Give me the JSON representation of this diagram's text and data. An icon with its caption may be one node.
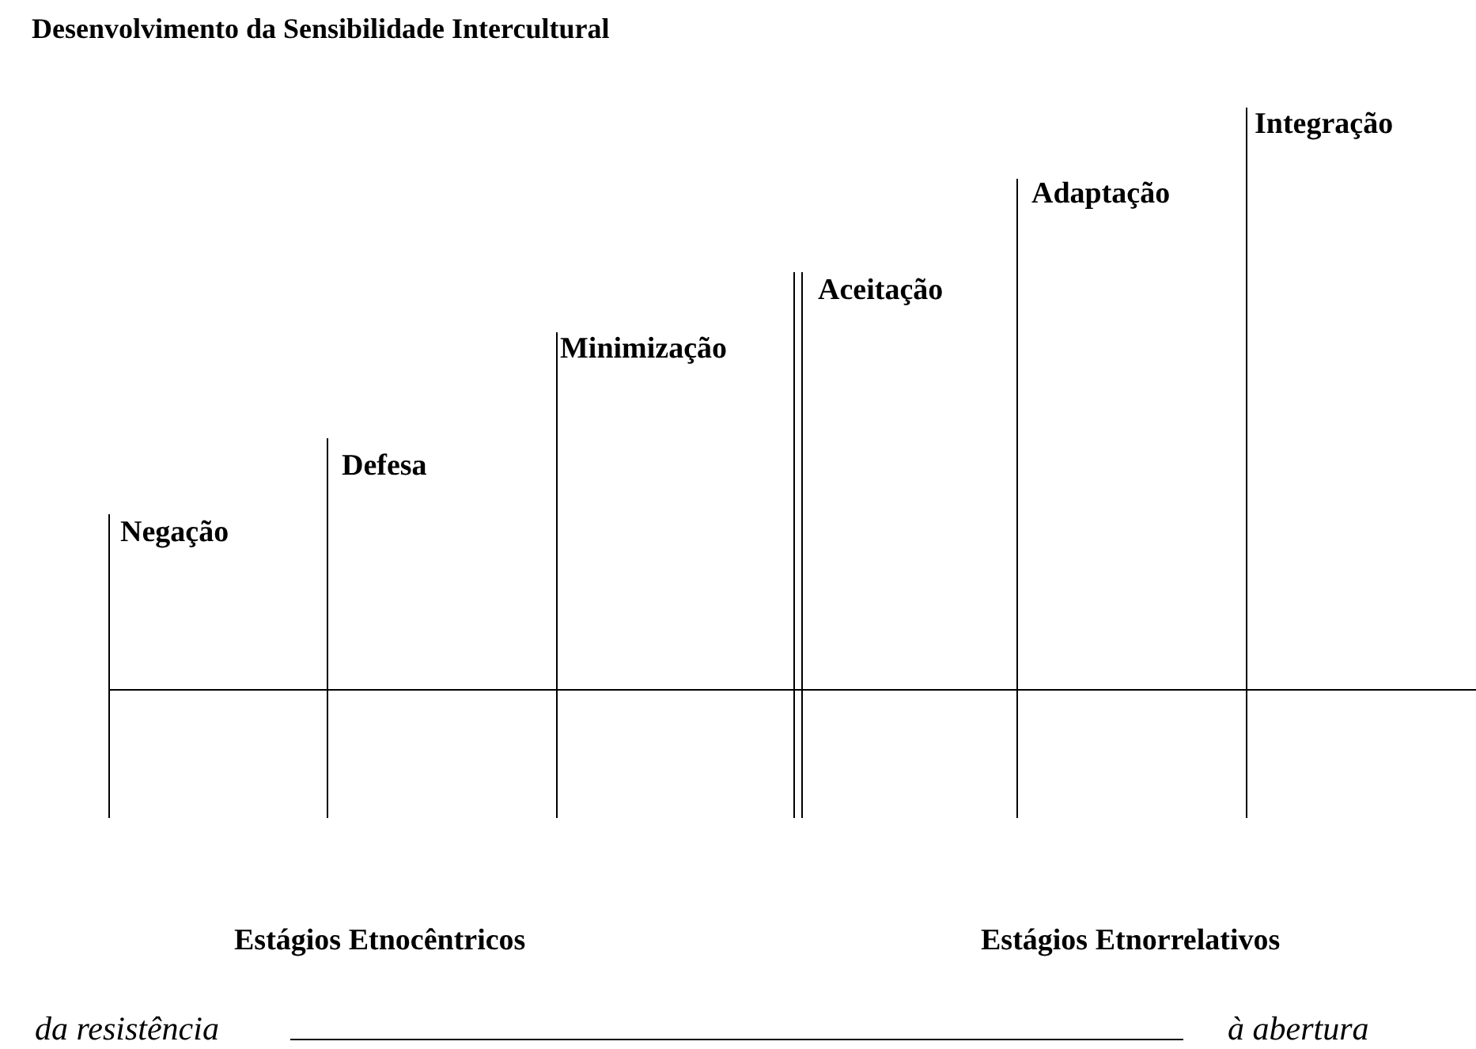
{
  "diagram": {
    "title": "Desenvolvimento da Sensibilidade Intercultural",
    "nodes": [
      {
        "text": [
          "da resistência"
        ]
      },
      {
        "text": [
          "à abertura"
        ]
      }
    ],
    "edges": [
      {
        "from": 0,
        "to": 1,
        "arrow": "none"
      }
    ],
    "labels": [
      "Integração",
      "Adaptação",
      "Aceitação",
      "Minimização",
      "Defesa",
      "Negação",
      "Estágios Etnocêntricos",
      "Estágios Etnorrelativos"
    ]
  }
}
